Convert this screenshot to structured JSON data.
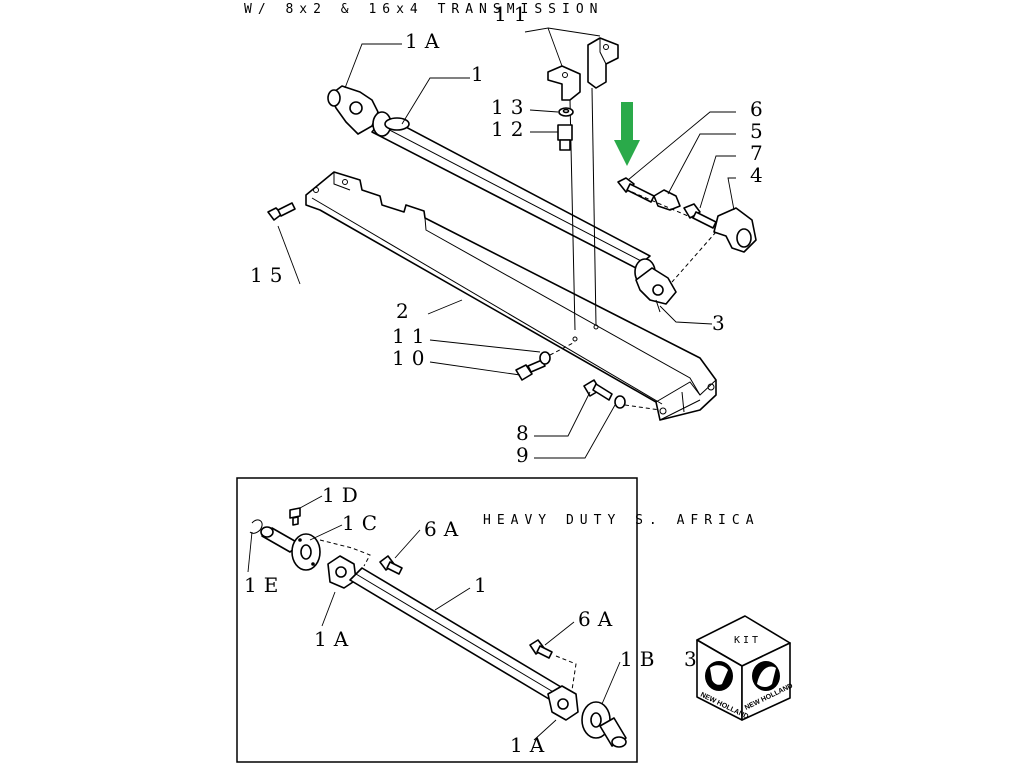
{
  "captions": {
    "top": "W/ 8x2 & 16x4 TRANSMISSION",
    "inset": "HEAVY DUTY S. AFRICA",
    "kit": "KIT"
  },
  "brand": "NEW HOLLAND",
  "colors": {
    "arrow": "#2aaa4a",
    "line": "#000000"
  },
  "callouts": {
    "c1A_top": "1A",
    "c1_top": "1",
    "c11_top": "11",
    "c13": "13",
    "c12": "12",
    "c6": "6",
    "c5": "5",
    "c7": "7",
    "c4": "4",
    "c15": "15",
    "c3_top": "3",
    "c2": "2",
    "c11_mid": "11",
    "c10": "10",
    "c8": "8",
    "c9": "9",
    "c1D": "1D",
    "c1C": "1C",
    "c6A_1": "6A",
    "c1E": "1E",
    "c1_inset": "1",
    "c1A_inset_left": "1A",
    "c6A_2": "6A",
    "c1B": "1B",
    "c3_kit": "3",
    "c1A_inset_bottom": "1A"
  }
}
